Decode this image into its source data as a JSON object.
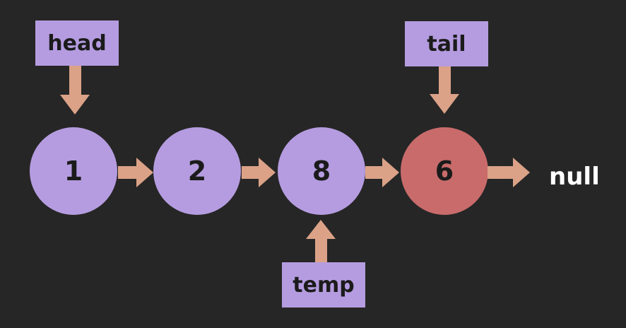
{
  "diagram_type": "singly-linked-list",
  "pointers": {
    "head": {
      "label": "head"
    },
    "tail": {
      "label": "tail"
    },
    "temp": {
      "label": "temp"
    }
  },
  "nodes": [
    {
      "value": "1",
      "variant": "purple"
    },
    {
      "value": "2",
      "variant": "purple"
    },
    {
      "value": "8",
      "variant": "purple"
    },
    {
      "value": "6",
      "variant": "red"
    }
  ],
  "terminator": {
    "label": "null"
  },
  "colors": {
    "background": "#262626",
    "node_fill": "#b59ce0",
    "node_highlight_fill": "#c96b6b",
    "pointer_box_fill": "#b59ce0",
    "arrow": "#dba287",
    "label_text": "#1b1b1b",
    "terminator_text": "#ffffff"
  }
}
